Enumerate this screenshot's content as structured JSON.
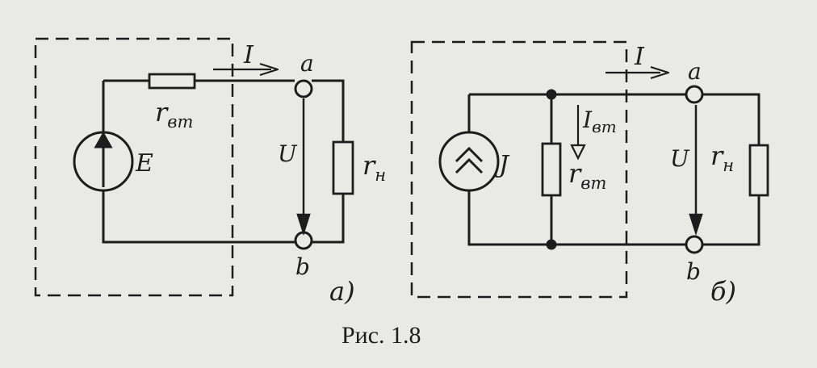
{
  "caption": "Рис. 1.8",
  "circuit_a": {
    "source_label": "E",
    "internal_resistor_main": "r",
    "internal_resistor_sub": "вт",
    "load_main": "r",
    "load_sub": "н",
    "current_label": "I",
    "voltage_label": "U",
    "terminal_top": "a",
    "terminal_bottom": "b",
    "panel_label": "а)"
  },
  "circuit_b": {
    "source_label": "J",
    "internal_resistor_main": "r",
    "internal_resistor_sub": "вт",
    "internal_current_main": "I",
    "internal_current_sub": "вт",
    "load_main": "r",
    "load_sub": "н",
    "current_label": "I",
    "voltage_label": "U",
    "terminal_top": "a",
    "terminal_bottom": "b",
    "panel_label": "б)"
  },
  "colors": {
    "ink": "#1d1d1d",
    "paper": "#e9eae6"
  }
}
